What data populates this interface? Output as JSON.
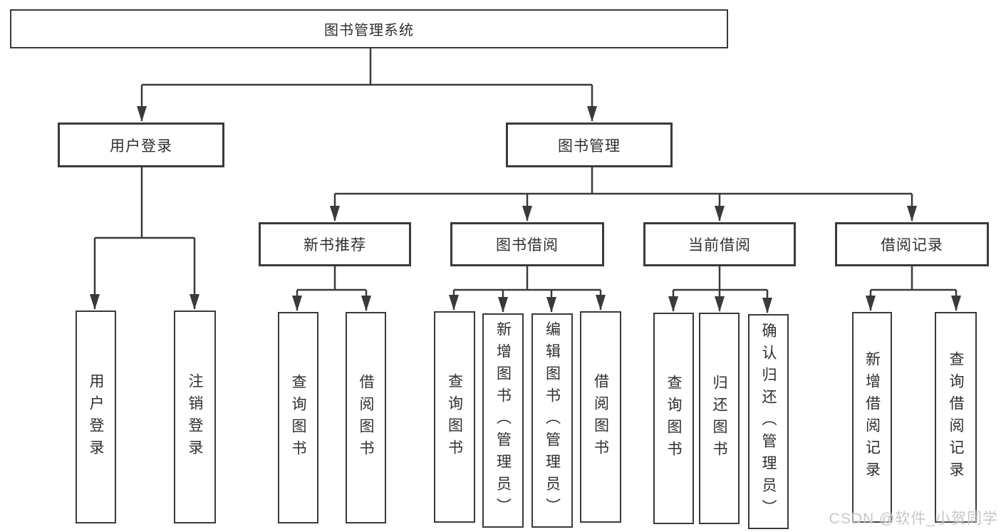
{
  "watermark": "CSDN @软件_小贺同学",
  "colors": {
    "line": "#3a3a3a",
    "box_border": "#3a3a3a",
    "text": "#2f2f2f",
    "background": "#ffffff",
    "watermark": "#c3c3c3"
  },
  "tree": {
    "label": "图书管理系统",
    "children": [
      {
        "label": "用户登录",
        "children": [
          {
            "label": "用户登录"
          },
          {
            "label": "注销登录"
          }
        ]
      },
      {
        "label": "图书管理",
        "children": [
          {
            "label": "新书推荐",
            "children": [
              {
                "label": "查询图书"
              },
              {
                "label": "借阅图书"
              }
            ]
          },
          {
            "label": "图书借阅",
            "children": [
              {
                "label": "查询图书"
              },
              {
                "label": "新增图书（管理员）"
              },
              {
                "label": "编辑图书（管理员）"
              },
              {
                "label": "借阅图书"
              }
            ]
          },
          {
            "label": "当前借阅",
            "children": [
              {
                "label": "查询图书"
              },
              {
                "label": "归还图书"
              },
              {
                "label": "确认归还（管理员）"
              }
            ]
          },
          {
            "label": "借阅记录",
            "children": [
              {
                "label": "新增借阅记录"
              },
              {
                "label": "查询借阅记录"
              }
            ]
          }
        ]
      }
    ]
  }
}
